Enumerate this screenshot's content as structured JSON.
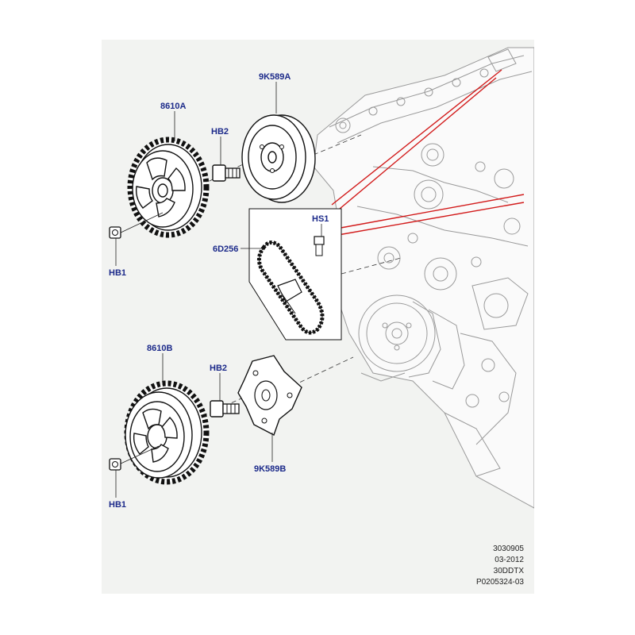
{
  "labels": {
    "sprocket_upper": "8610A",
    "damper_upper": "9K589A",
    "bolt_hb2_upper": "HB2",
    "bolt_hb1_upper": "HB1",
    "chain": "6D256",
    "chain_screw": "HS1",
    "sprocket_lower": "8610B",
    "bolt_hb2_lower": "HB2",
    "bolt_hb1_lower": "HB1",
    "plate_lower": "9K589B"
  },
  "reference": {
    "line1": "3030905",
    "line2": "03-2012",
    "line3": "30DDTX",
    "line4": "P0205324-03"
  },
  "colors": {
    "panel_bg": "#f2f3f1",
    "label_text": "#1c2a8a",
    "callout_line": "#d21b1b",
    "part_fill": "#ffffff",
    "line": "#111111"
  }
}
